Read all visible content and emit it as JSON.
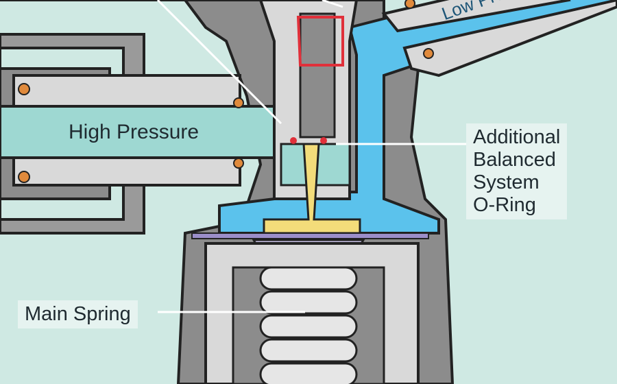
{
  "labels": {
    "high_pressure": "High Pressure",
    "low_pressure": "Low Pre",
    "oring": [
      "Additional",
      "Balanced",
      "System",
      "O-Ring"
    ],
    "main_spring": "Main Spring"
  },
  "colors": {
    "background": "#cfe9e3",
    "body_dark": "#8c8c8c",
    "body_light": "#d9d9d9",
    "low_pressure_blue": "#5bc2ec",
    "high_pressure_teal": "#9ed8d2",
    "pin_yellow": "#f3dc7a",
    "highlight_red": "#e0303a",
    "oring_orange": "#e08a3c"
  }
}
